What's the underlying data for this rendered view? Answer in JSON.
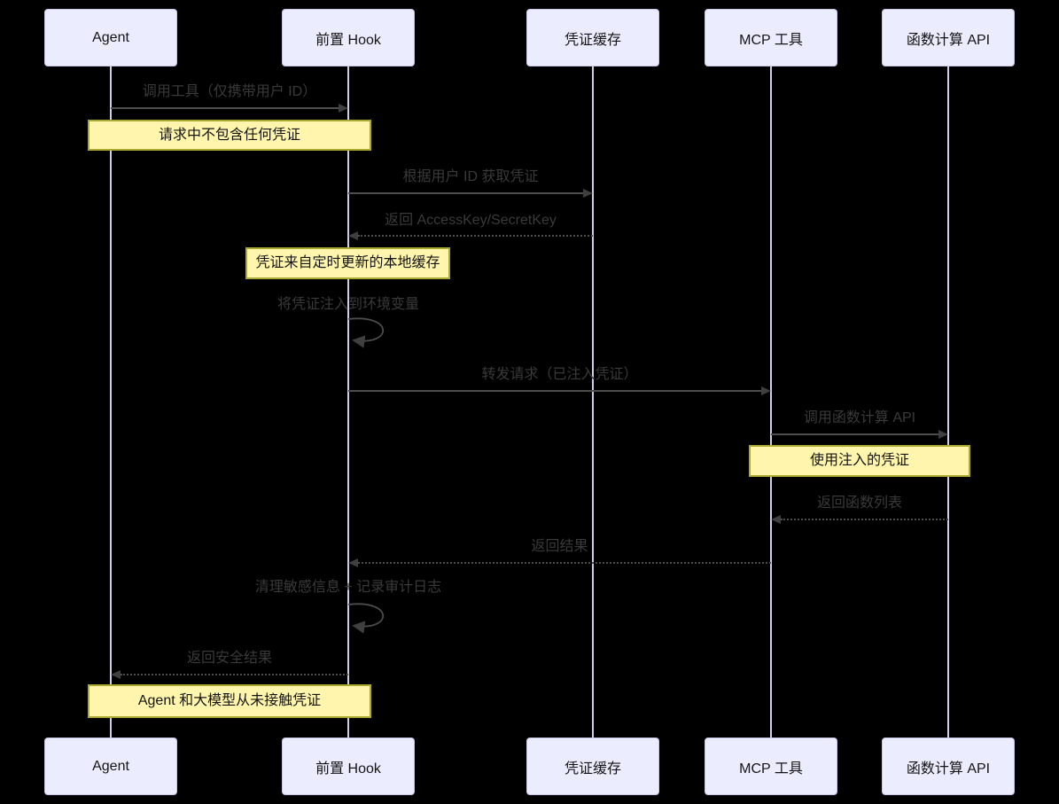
{
  "diagram": {
    "type": "sequence",
    "actors": [
      {
        "id": "agent",
        "label": "Agent"
      },
      {
        "id": "pre-hook",
        "label": "前置 Hook"
      },
      {
        "id": "credential-cache",
        "label": "凭证缓存"
      },
      {
        "id": "mcp-tool",
        "label": "MCP 工具"
      },
      {
        "id": "fc-api",
        "label": "函数计算 API"
      }
    ],
    "messages": [
      {
        "text": "调用工具（仅携带用户 ID）",
        "from": "Agent",
        "to": "前置 Hook",
        "line": "solid"
      },
      {
        "text": "根据用户 ID 获取凭证",
        "from": "前置 Hook",
        "to": "凭证缓存",
        "line": "solid"
      },
      {
        "text": "返回 AccessKey/SecretKey",
        "from": "凭证缓存",
        "to": "前置 Hook",
        "line": "dotted"
      },
      {
        "text": "将凭证注入到环境变量",
        "from": "前置 Hook",
        "to": "前置 Hook",
        "line": "self"
      },
      {
        "text": "转发请求（已注入凭证）",
        "from": "前置 Hook",
        "to": "MCP 工具",
        "line": "solid"
      },
      {
        "text": "调用函数计算 API",
        "from": "MCP 工具",
        "to": "函数计算 API",
        "line": "solid"
      },
      {
        "text": "返回函数列表",
        "from": "函数计算 API",
        "to": "MCP 工具",
        "line": "dotted"
      },
      {
        "text": "返回结果",
        "from": "MCP 工具",
        "to": "前置 Hook",
        "line": "dotted"
      },
      {
        "text": "清理敏感信息 + 记录审计日志",
        "from": "前置 Hook",
        "to": "前置 Hook",
        "line": "self"
      },
      {
        "text": "返回安全结果",
        "from": "前置 Hook",
        "to": "Agent",
        "line": "dotted"
      }
    ],
    "notes": [
      {
        "text": "请求中不包含任何凭证",
        "over": "Agent, 前置 Hook"
      },
      {
        "text": "凭证来自定时更新的本地缓存",
        "over": "前置 Hook"
      },
      {
        "text": "使用注入的凭证",
        "over": "MCP 工具, 函数计算 API"
      },
      {
        "text": "Agent 和大模型从未接触凭证",
        "over": "Agent, 前置 Hook"
      }
    ],
    "colors": {
      "background": "#000000",
      "actor_fill": "#ECECFF",
      "actor_border": "#c9c5e8",
      "lifeline": "#d3cde9",
      "message_text": "#3a3a3a",
      "arrow_line": "#4d4d4d",
      "arrow_head": "#3f3f3f",
      "note_fill": "#fff5ad",
      "note_border": "#aaaa33",
      "note_text": "#151515"
    }
  }
}
